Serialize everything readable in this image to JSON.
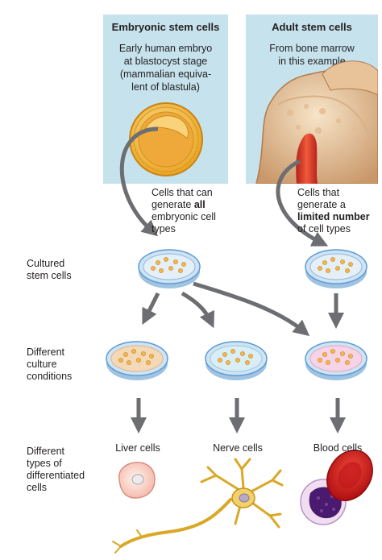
{
  "embryonic": {
    "title": "Embryonic stem cells",
    "desc_line1": "Early human embryo",
    "desc_line2": "at blastocyst stage",
    "desc_line3": "(mammalian equiva-",
    "desc_line4": "lent of blastula)"
  },
  "adult": {
    "title": "Adult stem cells",
    "desc_line1": "From bone marrow",
    "desc_line2": "in this example"
  },
  "embryonic_caption": {
    "line1": "Cells that can",
    "line2_pre": "generate ",
    "line2_bold": "all",
    "line3": "embryonic cell",
    "line4": "types"
  },
  "adult_caption": {
    "line1": "Cells that",
    "line2": "generate a",
    "line3_bold": "limited number",
    "line4": "of cell types"
  },
  "row_labels": {
    "cultured_1": "Cultured",
    "cultured_2": "stem cells",
    "conditions_1": "Different",
    "conditions_2": "culture",
    "conditions_3": "conditions",
    "types_1": "Different",
    "types_2": "types of",
    "types_3": "differentiated",
    "types_4": "cells"
  },
  "cell_labels": {
    "liver": "Liver cells",
    "nerve": "Nerve cells",
    "blood": "Blood cells"
  },
  "colors": {
    "panel": "#c6e2ec",
    "arrow": "#6d6e71",
    "dish": "#cfe3f3",
    "dish_rim": "#5b9bd5",
    "liver_medium": "#f3d9b8",
    "nerve_medium": "#d9eef6",
    "blood_medium": "#f6d3e6",
    "embryo": "#f7b731",
    "red_blood_cell": "#d7191c"
  }
}
